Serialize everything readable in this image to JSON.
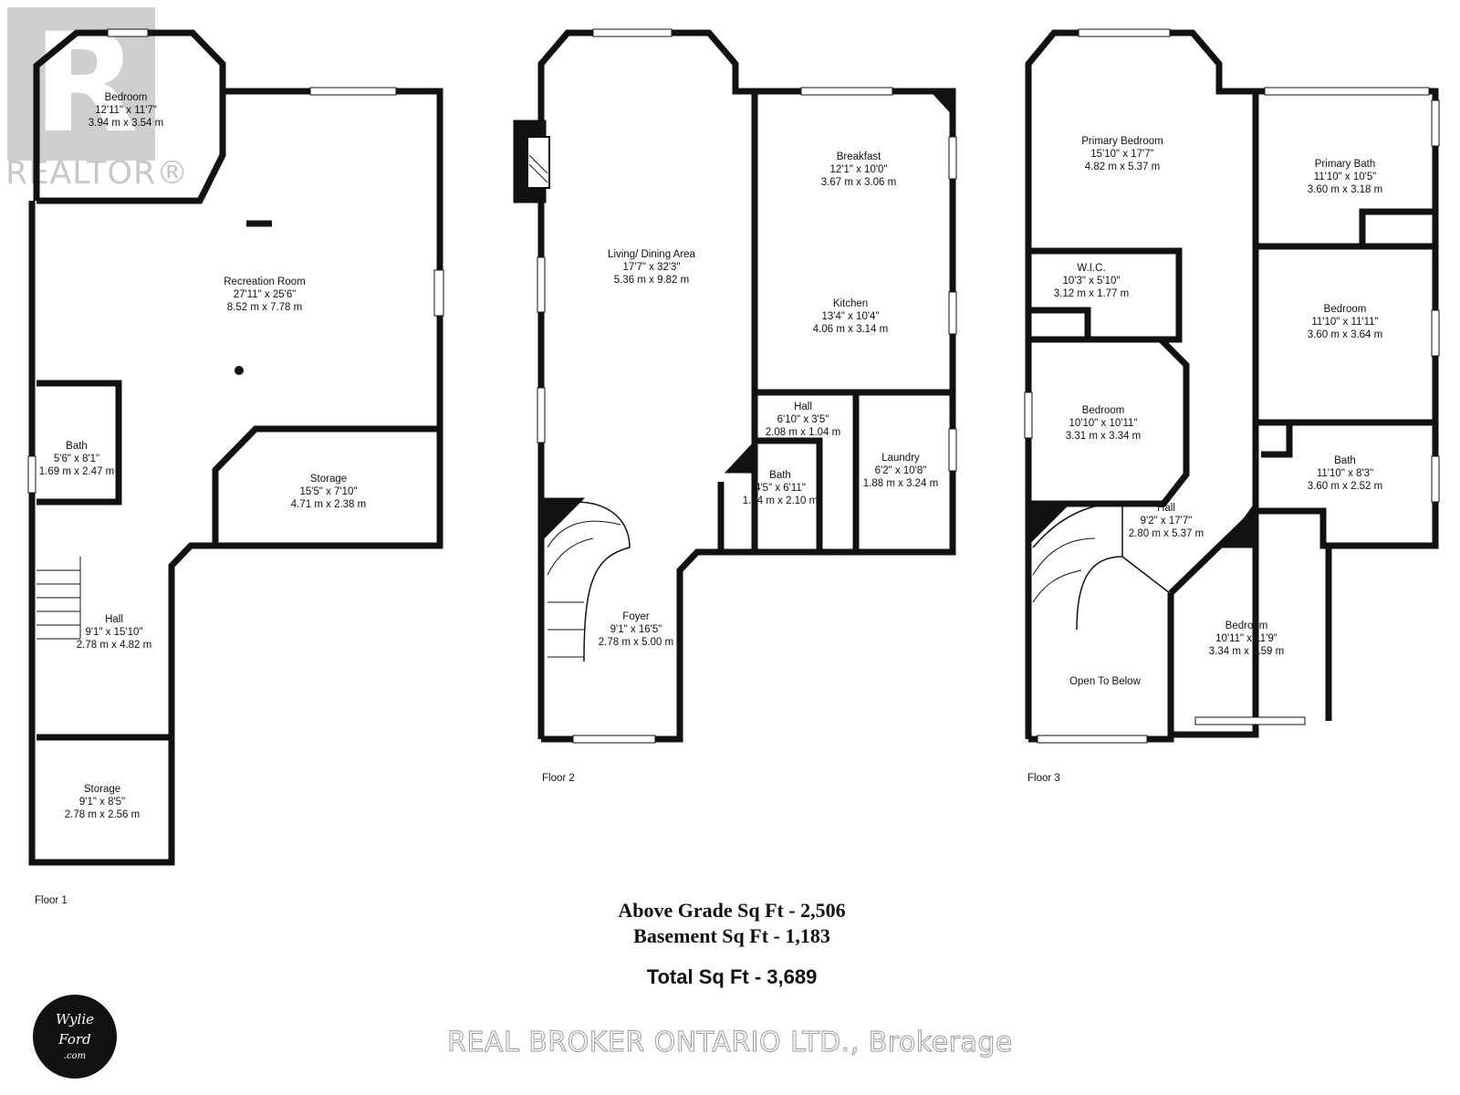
{
  "floors": [
    {
      "label": "Floor 1",
      "rooms": [
        {
          "name": "Bedroom",
          "imperial": "12'11\" x 11'7\"",
          "metric": "3.94 m x 3.54 m"
        },
        {
          "name": "Recreation Room",
          "imperial": "27'11\" x 25'6\"",
          "metric": "8.52 m x 7.78 m"
        },
        {
          "name": "Bath",
          "imperial": "5'6\" x 8'1\"",
          "metric": "1.69 m x 2.47 m"
        },
        {
          "name": "Storage",
          "imperial": "15'5\" x 7'10\"",
          "metric": "4.71 m x 2.38 m"
        },
        {
          "name": "Hall",
          "imperial": "9'1\" x 15'10\"",
          "metric": "2.78 m x 4.82 m"
        },
        {
          "name": "Storage",
          "imperial": "9'1\" x 8'5\"",
          "metric": "2.78 m x 2.56 m"
        }
      ]
    },
    {
      "label": "Floor 2",
      "rooms": [
        {
          "name": "Living/ Dining Area",
          "imperial": "17'7\" x 32'3\"",
          "metric": "5.36 m x 9.82 m"
        },
        {
          "name": "Breakfast",
          "imperial": "12'1\" x 10'0\"",
          "metric": "3.67 m x 3.06 m"
        },
        {
          "name": "Kitchen",
          "imperial": "13'4\" x 10'4\"",
          "metric": "4.06 m x 3.14 m"
        },
        {
          "name": "Hall",
          "imperial": "6'10\" x 3'5\"",
          "metric": "2.08 m x 1.04 m"
        },
        {
          "name": "Bath",
          "imperial": "4'5\" x 6'11\"",
          "metric": "1.34 m x 2.10 m"
        },
        {
          "name": "Laundry",
          "imperial": "6'2\" x 10'8\"",
          "metric": "1.88 m x 3.24 m"
        },
        {
          "name": "Foyer",
          "imperial": "9'1\" x 16'5\"",
          "metric": "2.78 m x 5.00 m"
        }
      ]
    },
    {
      "label": "Floor 3",
      "rooms": [
        {
          "name": "Primary Bedroom",
          "imperial": "15'10\" x 17'7\"",
          "metric": "4.82 m x 5.37 m"
        },
        {
          "name": "Primary Bath",
          "imperial": "11'10\" x 10'5\"",
          "metric": "3.60 m x 3.18 m"
        },
        {
          "name": "W.I.C.",
          "imperial": "10'3\" x 5'10\"",
          "metric": "3.12 m x 1.77 m"
        },
        {
          "name": "Bedroom",
          "imperial": "11'10\" x 11'11\"",
          "metric": "3.60 m x 3.64 m"
        },
        {
          "name": "Bedroom",
          "imperial": "10'10\" x 10'11\"",
          "metric": "3.31 m x 3.34 m"
        },
        {
          "name": "Bath",
          "imperial": "11'10\" x 8'3\"",
          "metric": "3.60 m x 2.52 m"
        },
        {
          "name": "Hall",
          "imperial": "9'2\" x 17'7\"",
          "metric": "2.80 m x 5.37 m"
        },
        {
          "name": "Bedroom",
          "imperial": "10'11\" x 11'9\"",
          "metric": "3.34 m x 3.59 m"
        },
        {
          "name": "Open To Below",
          "imperial": "",
          "metric": ""
        }
      ]
    }
  ],
  "summary": {
    "above_grade": "Above Grade Sq Ft - 2,506",
    "basement": "Basement Sq Ft - 1,183",
    "total": "Total Sq Ft - 3,689"
  },
  "watermark": {
    "realtor": "REALTOR®",
    "brokerage": "REAL BROKER ONTARIO LTD., Brokerage",
    "logo_line1": "Wylie",
    "logo_line2": "Ford",
    "logo_line3": ".com"
  },
  "colors": {
    "wall": "#111111",
    "background": "#ffffff",
    "watermark": "#c8c8c8"
  }
}
